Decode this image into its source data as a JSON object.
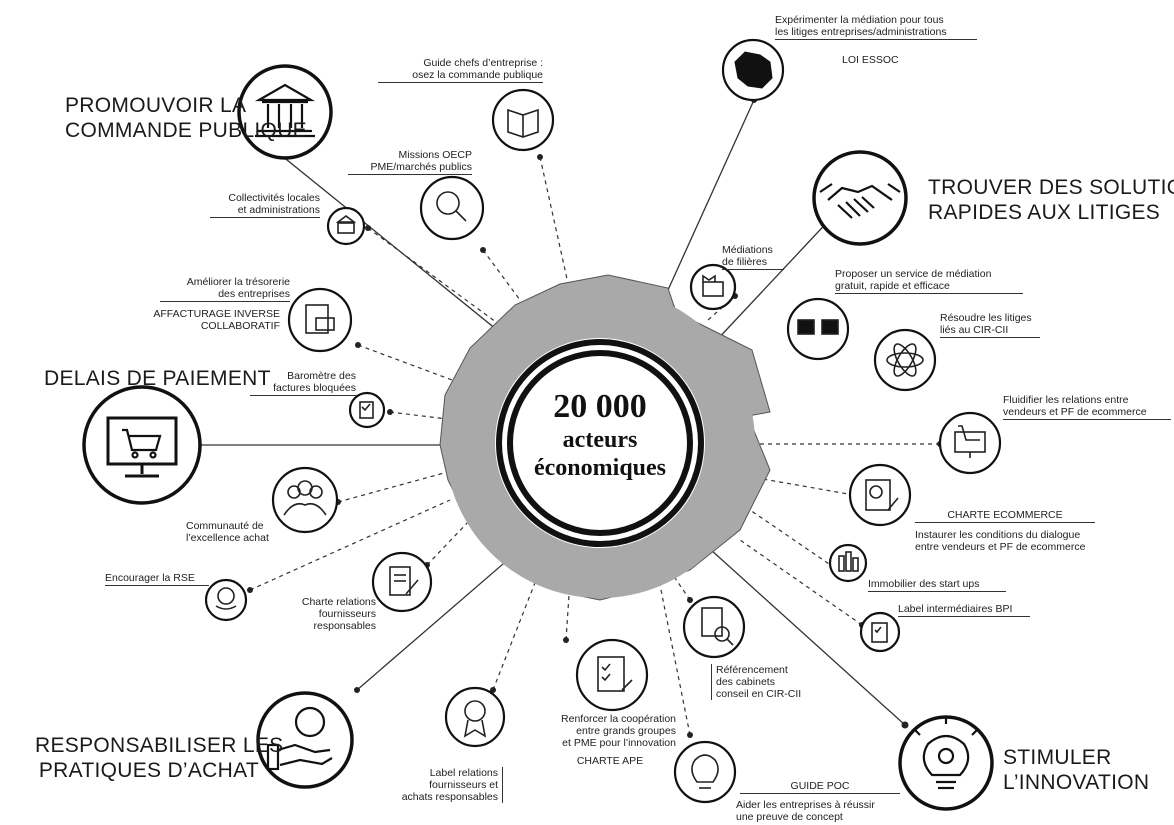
{
  "center": {
    "line1": "20 000",
    "line2": "acteurs",
    "line3": "économiques"
  },
  "themes": {
    "commande_publique": [
      "PROMOUVOIR LA",
      "COMMANDE PUBLIQUE"
    ],
    "litiges": [
      "TROUVER DES SOLUTIONS",
      "RAPIDES AUX LITIGES"
    ],
    "delais": [
      "DELAIS DE PAIEMENT"
    ],
    "achats": [
      "RESPONSABILISER LES",
      "PRATIQUES D’ACHAT"
    ],
    "innovation": [
      "STIMULER",
      "L’INNOVATION"
    ]
  },
  "labels": {
    "guide": [
      "Guide chefs d’entreprise :",
      "osez la commande publique"
    ],
    "missions": [
      "Missions OECP",
      "PME/marchés publics"
    ],
    "collectivites": [
      "Collectivités locales",
      "et administrations"
    ],
    "tresorerie": [
      "Améliorer la trésorerie",
      "des entreprises"
    ],
    "affacturage": [
      "AFFACTURAGE INVERSE",
      "COLLABORATIF"
    ],
    "barometre": [
      "Baromètre des",
      "factures bloquées"
    ],
    "communaute": [
      "Communauté de",
      "l’excellence achat"
    ],
    "rse": [
      "Encourager la RSE"
    ],
    "charte_rfr": [
      "Charte relations",
      "fournisseurs",
      "responsables"
    ],
    "label_rfar": [
      "Label relations",
      "fournisseurs et",
      "achats responsables"
    ],
    "cooperation": [
      "Renforcer la coopération",
      "entre grands groupes",
      "et PME pour l’innovation"
    ],
    "charte_ape": [
      "CHARTE APE"
    ],
    "guide_poc": [
      "GUIDE POC"
    ],
    "aider_poc": [
      "Aider les entreprises à réussir",
      "une preuve de concept"
    ],
    "referencement": [
      "Référencement",
      "des cabinets",
      "conseil en CIR-CII"
    ],
    "label_bpi": [
      "Label intermédiaires BPI"
    ],
    "immobilier": [
      "Immobilier des start ups"
    ],
    "charte_ecommerce": [
      "CHARTE ECOMMERCE"
    ],
    "instaurer": [
      "Instaurer les conditions du dialogue",
      "entre vendeurs et PF de ecommerce"
    ],
    "fluidifier": [
      "Fluidifier les relations entre",
      "vendeurs et PF de ecommerce"
    ],
    "resoudre": [
      "Résoudre les litiges",
      "liés au CIR-CII"
    ],
    "proposer": [
      "Proposer un service de médiation",
      "gratuit, rapide et efficace"
    ],
    "filieres": [
      "Médiations",
      "de filières"
    ],
    "experimenter": [
      "Expérimenter la médiation pour tous",
      "les litiges entreprises/administrations"
    ],
    "essoc": [
      "LOI ESSOC"
    ]
  },
  "icons": {
    "commande_publique": "government-building-icon",
    "litiges": "handshake-icon",
    "delais": "shopping-cart-monitor-icon",
    "achats": "hand-coin-icon",
    "innovation": "lightbulb-gear-icon",
    "guide": "open-book-icon",
    "missions": "magnifier-gear-icon",
    "collectivites": "small-building-icon",
    "affacturage": "invoice-card-icon",
    "barometre": "checklist-icon",
    "communaute": "group-people-icon",
    "rse": "globe-hand-icon",
    "charte_rfr": "document-pen-icon",
    "label_rfar": "award-ribbon-icon",
    "cooperation": "checklist-pen-icon",
    "poc": "lightbulb-icon",
    "referencement": "document-search-icon",
    "label_bpi": "checklist-icon",
    "immobilier": "city-buildings-icon",
    "ecommerce_charte": "globe-document-icon",
    "ecommerce_fluidifier": "cart-screen-icon",
    "resoudre": "atom-icon",
    "proposer": "mediation-arrows-icon",
    "filieres": "factory-icon",
    "essoc": "france-map-icon"
  }
}
